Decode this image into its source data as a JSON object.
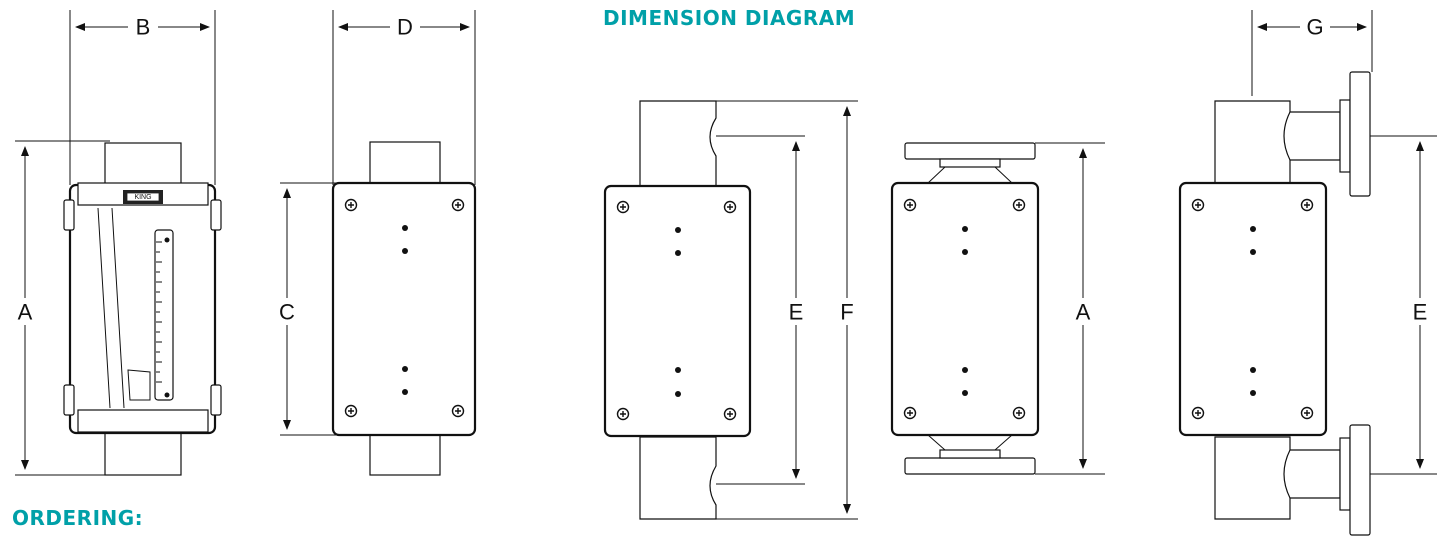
{
  "headings": {
    "dimension_diagram": "DIMENSION DIAGRAM",
    "ordering": "ORDERING:"
  },
  "dimensions": {
    "a": "A",
    "b": "B",
    "c": "C",
    "d": "D",
    "e": "E",
    "f": "F",
    "g": "G"
  },
  "logo_text": "KING",
  "colors": {
    "heading": "#00a0a8",
    "line": "#111111"
  }
}
